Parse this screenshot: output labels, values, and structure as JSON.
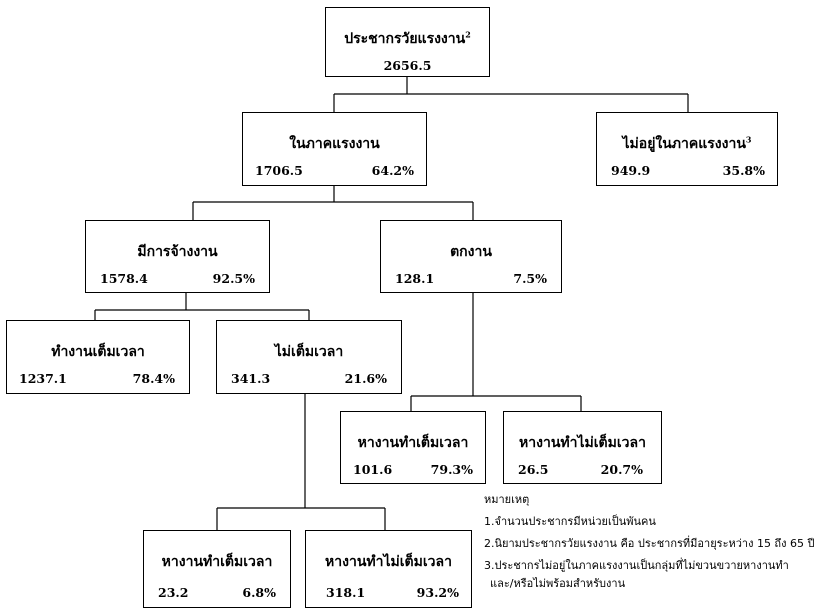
{
  "nodes": {
    "working_age": {
      "title": "ประชากรวัยแรงงาน",
      "sup": "2",
      "value": "2656.5"
    },
    "in_labor": {
      "title": "ในภาคแรงงาน",
      "value": "1706.5",
      "percent": "64.2%"
    },
    "not_in_labor": {
      "title": "ไม่อยู่ในภาคแรงงาน",
      "sup": "3",
      "value": "949.9",
      "percent": "35.8%"
    },
    "employed": {
      "title": "มีการจ้างงาน",
      "value": "1578.4",
      "percent": "92.5%"
    },
    "unemployed": {
      "title": "ตกงาน",
      "value": "128.1",
      "percent": "7.5%"
    },
    "full_time": {
      "title": "ทำงานเต็มเวลา",
      "value": "1237.1",
      "percent": "78.4%"
    },
    "part_time": {
      "title": "ไม่เต็มเวลา",
      "value": "341.3",
      "percent": "21.6%"
    },
    "unemp_seek_full": {
      "title": "หางานทำเต็มเวลา",
      "value": "101.6",
      "percent": "79.3%"
    },
    "unemp_seek_part": {
      "title": "หางานทำไม่เต็มเวลา",
      "value": "26.5",
      "percent": "20.7%"
    },
    "pt_seek_full": {
      "title": "หางานทำเต็มเวลา",
      "value": "23.2",
      "percent": "6.8%"
    },
    "pt_seek_part": {
      "title": "หางานทำไม่เต็มเวลา",
      "value": "318.1",
      "percent": "93.2%"
    }
  },
  "notes": {
    "heading": "หมายเหตุ",
    "n1": "1.จำนวนประชากรมีหน่วยเป็นพันคน",
    "n2": "2.นิยามประชากรวัยแรงงาน คือ ประชากรที่มีอายุระหว่าง 15 ถึง 65 ปี",
    "n3a": "3.ประชากรไม่อยู่ในภาคแรงงานเป็นกลุ่มที่ไม่ขวนขวายหางานทำ",
    "n3b": "และ/หรือไม่พร้อมสำหรับงาน"
  }
}
